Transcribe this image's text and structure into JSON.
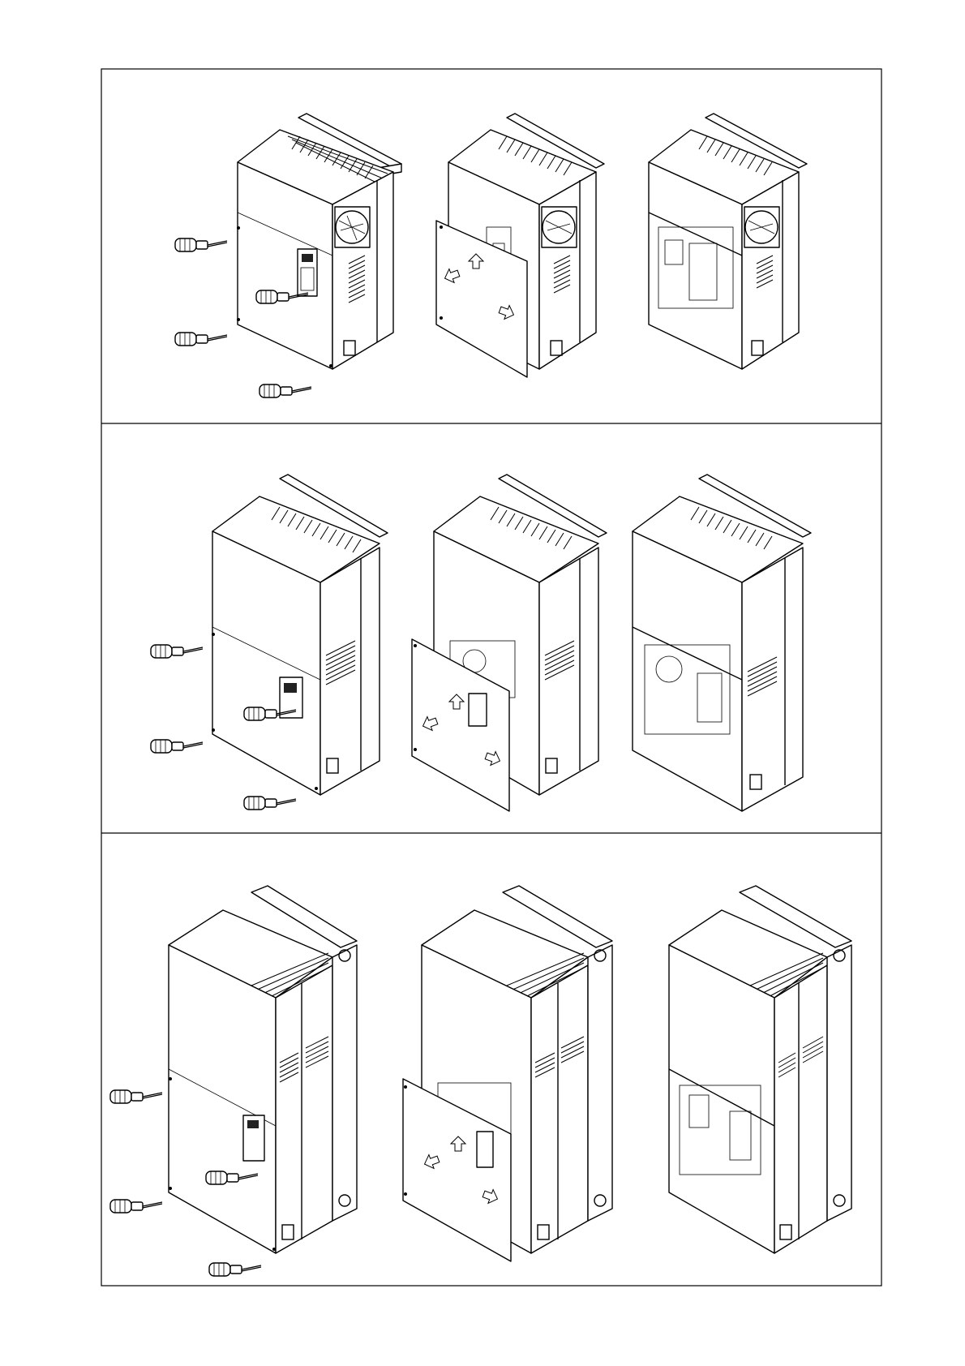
{
  "figure": {
    "rows": [
      {
        "frame": "row-1",
        "steps": [
          {
            "state": "closed",
            "fan": true,
            "screws": true
          },
          {
            "state": "removing",
            "fan": true
          },
          {
            "state": "open",
            "fan": true
          }
        ]
      },
      {
        "frame": "row-2",
        "steps": [
          {
            "state": "closed",
            "fan": false,
            "screws": true
          },
          {
            "state": "removing",
            "fan": false
          },
          {
            "state": "open",
            "fan": false
          }
        ]
      },
      {
        "frame": "row-3",
        "steps": [
          {
            "state": "closed",
            "fan": false,
            "screws": true,
            "large": true
          },
          {
            "state": "removing",
            "fan": false,
            "large": true
          },
          {
            "state": "open",
            "fan": false,
            "large": true
          }
        ]
      }
    ]
  }
}
